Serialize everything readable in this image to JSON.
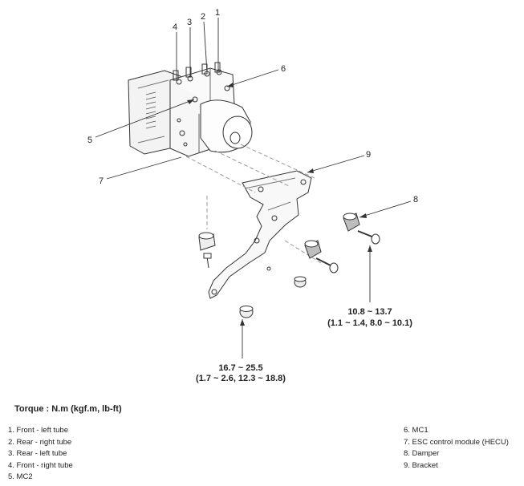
{
  "callouts": [
    "1",
    "2",
    "3",
    "4",
    "5",
    "6",
    "7",
    "8",
    "9"
  ],
  "torque_specs": [
    {
      "nm": "10.8 ~ 13.7",
      "other": "(1.1 ~ 1.4, 8.0 ~ 10.1)"
    },
    {
      "nm": "16.7 ~ 25.5",
      "other": "(1.7 ~ 2.6, 12.3 ~ 18.8)"
    }
  ],
  "torque_title": "Torque : N.m (kgf.m, lb-ft)",
  "legend_left": [
    "1. Front - left tube",
    "2. Rear - right tube",
    "3. Rear - left tube",
    "4. Front - right tube",
    "5. MC2"
  ],
  "legend_right": [
    "6. MC1",
    "7. ESC control module (HECU)",
    "8. Damper",
    "9. Bracket"
  ]
}
